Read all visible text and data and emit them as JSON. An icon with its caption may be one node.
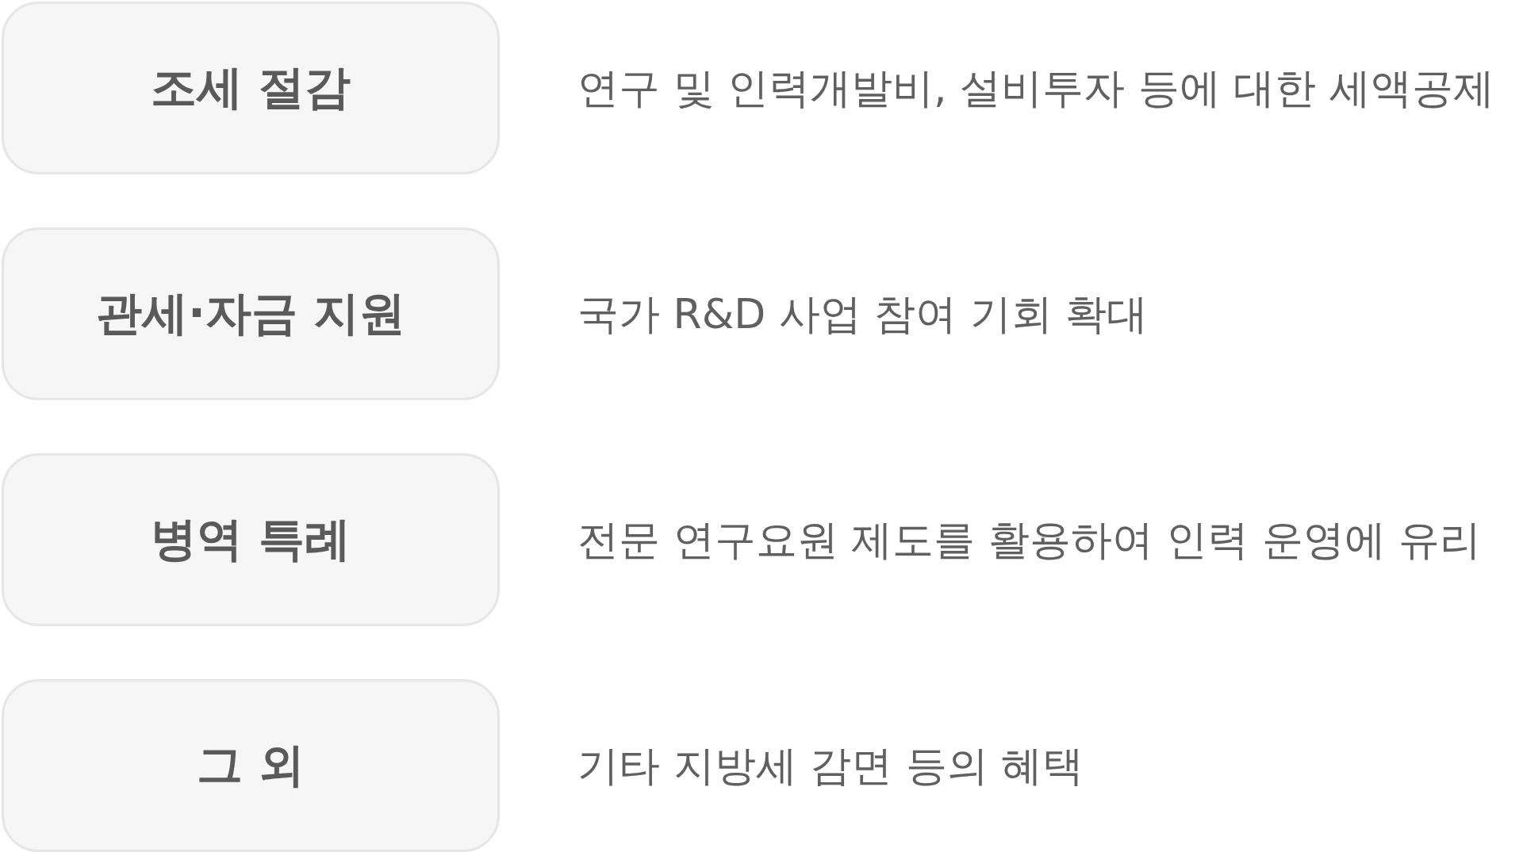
{
  "diagram": {
    "nodes": [
      {
        "text": [
          "조세 절감"
        ],
        "beside": [
          "연구 및 인력개발비, 설비투자 등에 대한 세액공제"
        ]
      },
      {
        "text": [
          "관세·자금 지원"
        ],
        "beside": [
          "국가 R&D 사업 참여 기회 확대"
        ]
      },
      {
        "text": [
          "병역 특례"
        ],
        "beside": [
          "전문 연구요원 제도를 활용하여 인력 운영에 유리"
        ]
      },
      {
        "text": [
          "그 외"
        ],
        "beside": [
          "기타 지방세 감면 등의 혜택"
        ]
      }
    ]
  }
}
